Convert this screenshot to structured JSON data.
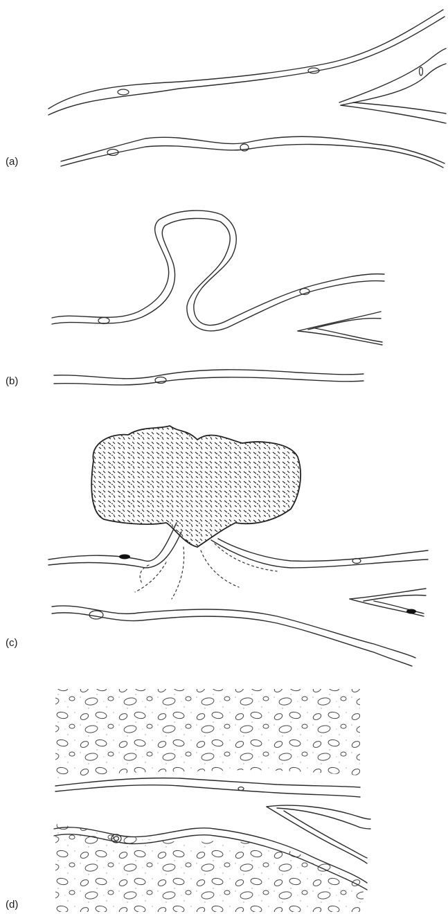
{
  "panels": [
    {
      "id": "a",
      "label": "(a)"
    },
    {
      "id": "b",
      "label": "(b)"
    },
    {
      "id": "c",
      "label": "(c)"
    },
    {
      "id": "d",
      "label": "(d)"
    }
  ],
  "colors": {
    "line": "#2a2a2a",
    "background": "#ffffff"
  }
}
